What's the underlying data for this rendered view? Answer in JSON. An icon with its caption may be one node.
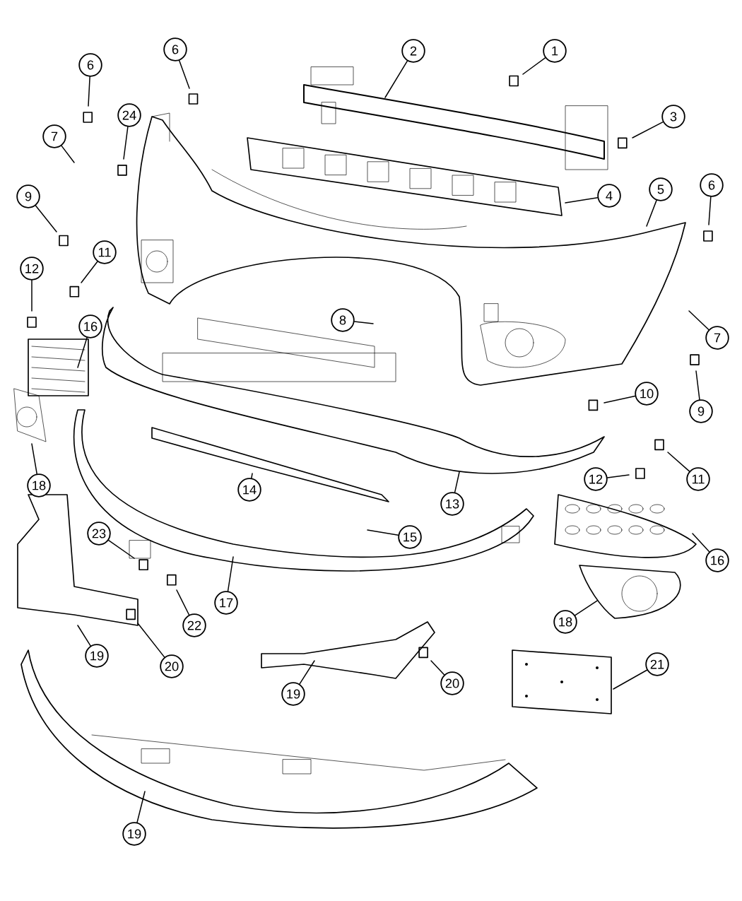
{
  "diagram": {
    "nodes": [
      {
        "text": [
          "6"
        ]
      },
      {
        "text": [
          "2"
        ]
      },
      {
        "text": [
          "1"
        ]
      },
      {
        "text": [
          "6"
        ]
      },
      {
        "text": [
          "24"
        ]
      },
      {
        "text": [
          "3"
        ]
      },
      {
        "text": [
          "7"
        ]
      },
      {
        "text": [
          "5"
        ]
      },
      {
        "text": [
          "6"
        ]
      },
      {
        "text": [
          "4"
        ]
      },
      {
        "text": [
          "9"
        ]
      },
      {
        "text": [
          "11"
        ]
      },
      {
        "text": [
          "12"
        ]
      },
      {
        "text": [
          "8"
        ]
      },
      {
        "text": [
          "16"
        ]
      },
      {
        "text": [
          "7"
        ]
      },
      {
        "text": [
          "10"
        ]
      },
      {
        "text": [
          "9"
        ]
      },
      {
        "text": [
          "12"
        ]
      },
      {
        "text": [
          "11"
        ]
      },
      {
        "text": [
          "18"
        ]
      },
      {
        "text": [
          "14"
        ]
      },
      {
        "text": [
          "13"
        ]
      },
      {
        "text": [
          "15"
        ]
      },
      {
        "text": [
          "23"
        ]
      },
      {
        "text": [
          "16"
        ]
      },
      {
        "text": [
          "17"
        ]
      },
      {
        "text": [
          "18"
        ]
      },
      {
        "text": [
          "22"
        ]
      },
      {
        "text": [
          "19"
        ]
      },
      {
        "text": [
          "20"
        ]
      },
      {
        "text": [
          "21"
        ]
      },
      {
        "text": [
          "20"
        ]
      },
      {
        "text": [
          "19"
        ]
      },
      {
        "text": [
          "19"
        ]
      }
    ],
    "edges": [
      {
        "from": 0,
        "to": null,
        "arrow": "none"
      },
      {
        "from": 1,
        "to": null,
        "arrow": "none"
      },
      {
        "from": 2,
        "to": null,
        "arrow": "none"
      },
      {
        "from": 3,
        "to": null,
        "arrow": "none"
      },
      {
        "from": 4,
        "to": null,
        "arrow": "none"
      },
      {
        "from": 5,
        "to": null,
        "arrow": "none"
      },
      {
        "from": 6,
        "to": null,
        "arrow": "none"
      },
      {
        "from": 7,
        "to": null,
        "arrow": "none"
      },
      {
        "from": 8,
        "to": null,
        "arrow": "none"
      },
      {
        "from": 9,
        "to": null,
        "arrow": "none"
      },
      {
        "from": 10,
        "to": null,
        "arrow": "none"
      },
      {
        "from": 11,
        "to": null,
        "arrow": "none"
      },
      {
        "from": 12,
        "to": null,
        "arrow": "none"
      },
      {
        "from": 13,
        "to": null,
        "arrow": "none"
      },
      {
        "from": 14,
        "to": null,
        "arrow": "none"
      },
      {
        "from": 15,
        "to": null,
        "arrow": "none"
      },
      {
        "from": 16,
        "to": null,
        "arrow": "none"
      },
      {
        "from": 17,
        "to": null,
        "arrow": "none"
      },
      {
        "from": 18,
        "to": null,
        "arrow": "none"
      },
      {
        "from": 19,
        "to": null,
        "arrow": "none"
      },
      {
        "from": 20,
        "to": null,
        "arrow": "none"
      },
      {
        "from": 21,
        "to": null,
        "arrow": "none"
      },
      {
        "from": 22,
        "to": null,
        "arrow": "none"
      },
      {
        "from": 23,
        "to": null,
        "arrow": "none"
      },
      {
        "from": 24,
        "to": null,
        "arrow": "none"
      },
      {
        "from": 25,
        "to": null,
        "arrow": "none"
      },
      {
        "from": 26,
        "to": null,
        "arrow": "none"
      },
      {
        "from": 27,
        "to": null,
        "arrow": "none"
      },
      {
        "from": 28,
        "to": null,
        "arrow": "none"
      },
      {
        "from": 29,
        "to": null,
        "arrow": "none"
      },
      {
        "from": 30,
        "to": null,
        "arrow": "none"
      },
      {
        "from": 31,
        "to": null,
        "arrow": "none"
      },
      {
        "from": 32,
        "to": null,
        "arrow": "none"
      },
      {
        "from": 33,
        "to": null,
        "arrow": "none"
      },
      {
        "from": 34,
        "to": null,
        "arrow": "none"
      }
    ]
  }
}
